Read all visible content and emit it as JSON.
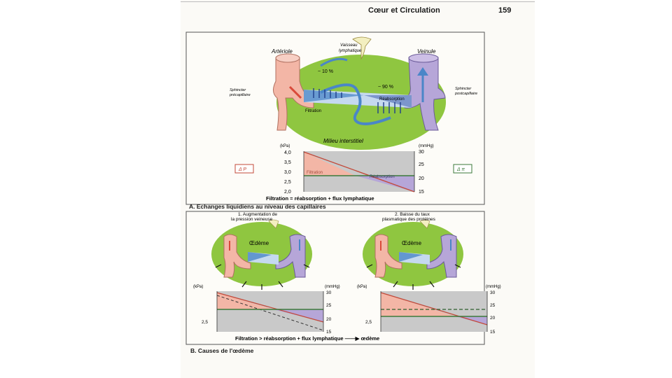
{
  "header": {
    "title": "Cœur et Circulation",
    "page_number": "159"
  },
  "panelA": {
    "labels": {
      "arteriole": "Artériole",
      "vaisseau": "Vaisseau",
      "lymphatique": "lymphatique",
      "veinule": "Veinule",
      "pct10": "~ 10 %",
      "pct90": "~ 90 %",
      "sphincter_pre_1": "Sphincter",
      "sphincter_pre_2": "précapillaire",
      "sphincter_post_1": "Sphincter",
      "sphincter_post_2": "postcapillaire",
      "reabsorption": "Réabsorption",
      "filtration": "Filtration",
      "milieu": "Milieu interstitiel"
    },
    "chart": {
      "unit_left": "(kPa)",
      "unit_right": "(mmHg)",
      "left_ticks": [
        "4,0",
        "3,5",
        "3,0",
        "2,5",
        "2,0"
      ],
      "right_ticks": [
        "30",
        "25",
        "20",
        "15"
      ],
      "filtration_label": "Filtration",
      "reabsorption_label": "Réabsorption",
      "delta_p": "Δ P",
      "delta_pi": "Δ π",
      "equation": "Filtration  =  réabsorption  +  flux lymphatique"
    },
    "caption": "A. Echanges liquidiens au niveau des capillaires"
  },
  "panelB": {
    "title1_line1": "1. Augmentation de",
    "title1_line2": "la pression veineuse",
    "title2_line1": "2. Baisse du taux",
    "title2_line2": "plasmatique des protéines",
    "oedeme": "Œdème",
    "unit_left": "(kPa)",
    "unit_right": "(mmHg)",
    "left_tick": "2,5",
    "right_ticks": [
      "30",
      "25",
      "20",
      "15"
    ],
    "equation": "Filtration  >  réabsorption  +  flux lymphatique  ——▶  œdème",
    "caption": "B. Causes de l'œdème"
  },
  "colors": {
    "green": "#8fc640",
    "pink": "#f3b6a6",
    "violet": "#b6a6d8",
    "blue": "#4a86c8",
    "navy": "#1f3d8a",
    "gray": "#c9c9c9",
    "dark_green": "#3c7a3a"
  }
}
